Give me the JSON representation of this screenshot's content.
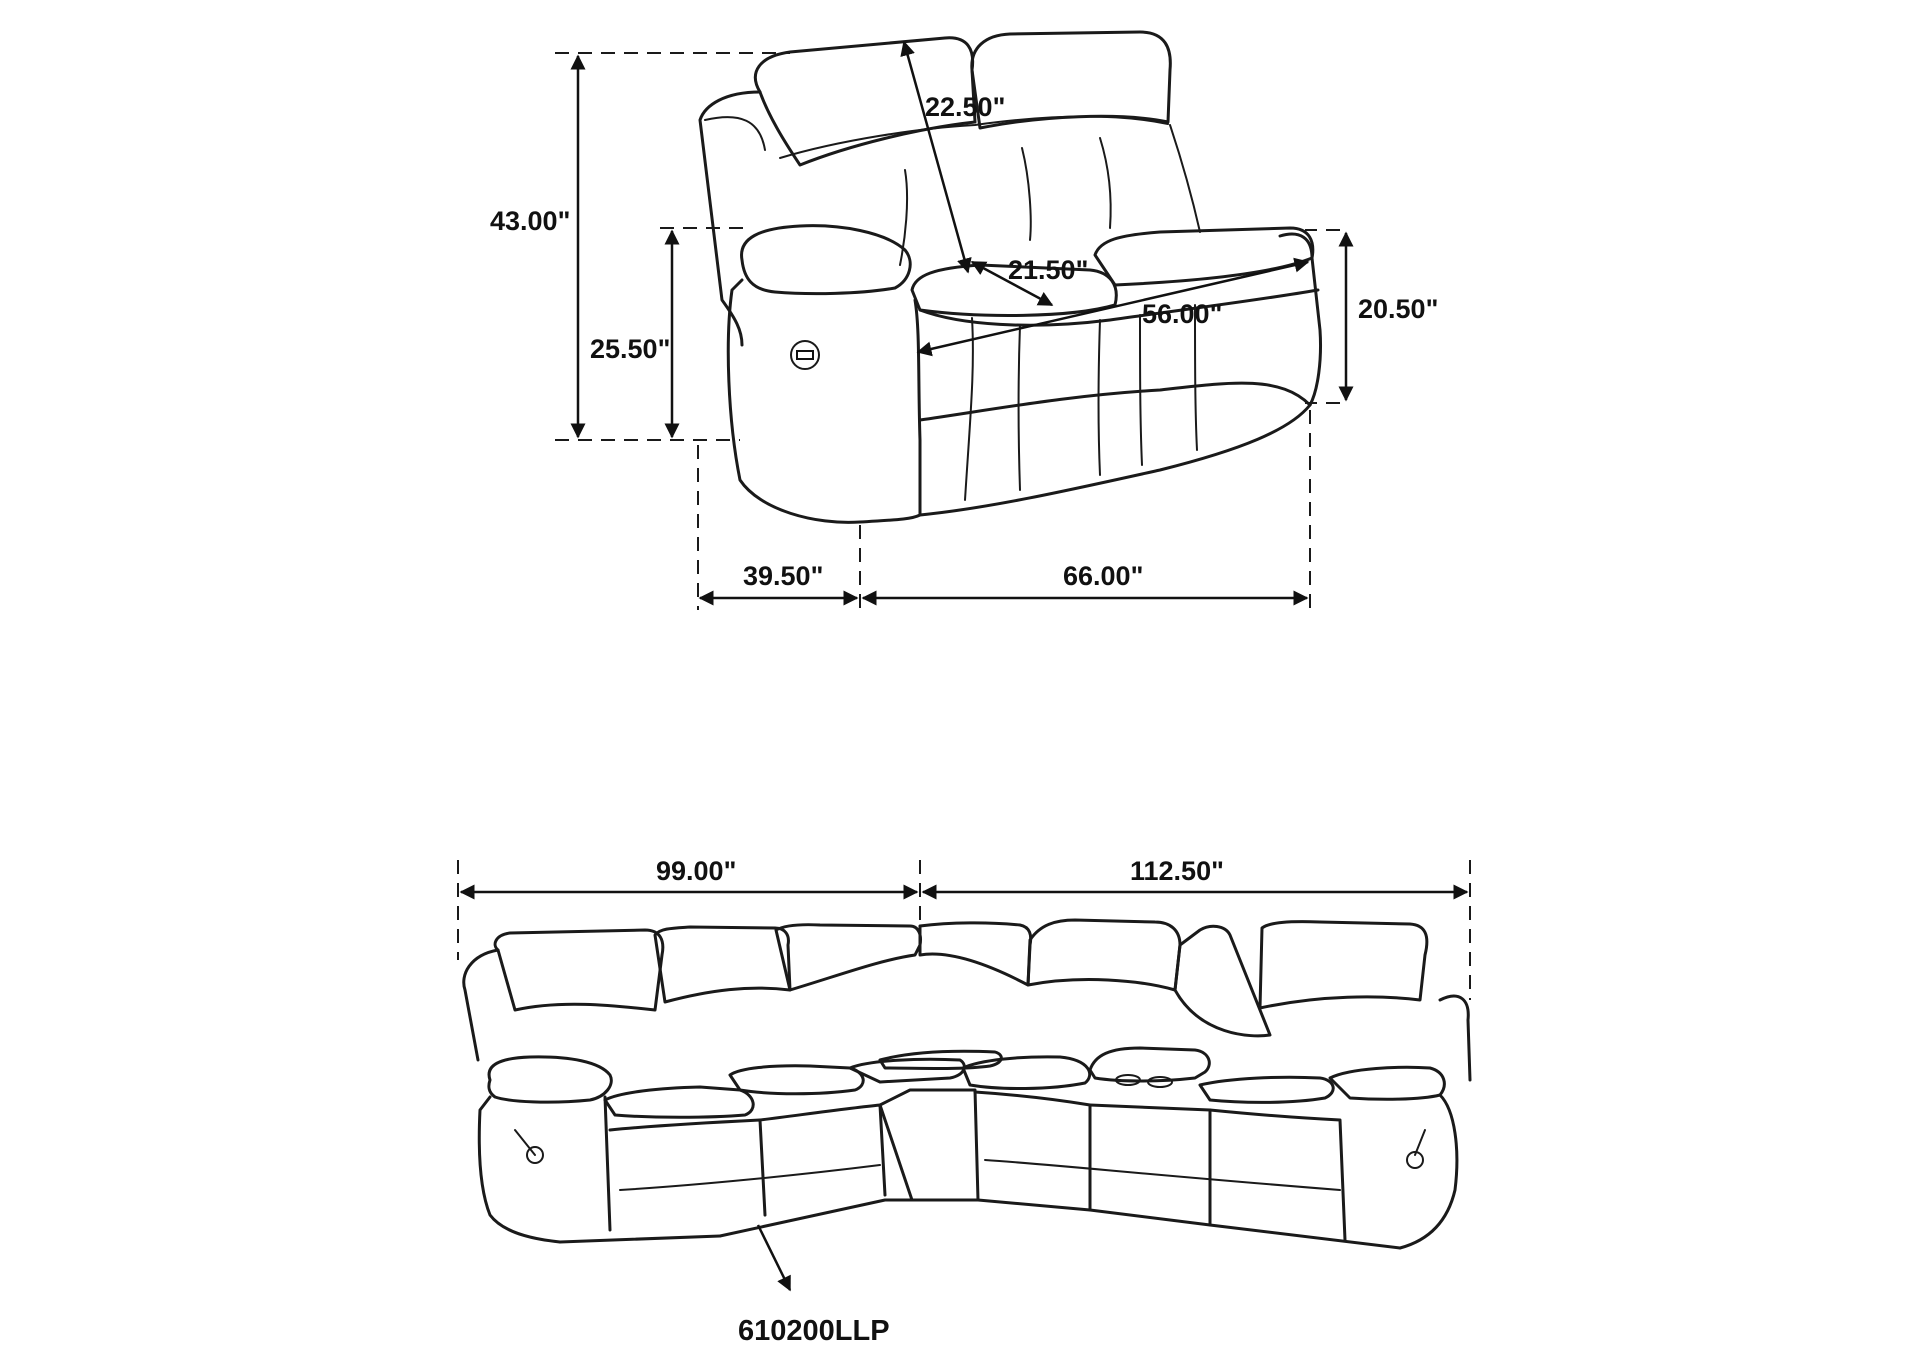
{
  "loveseat": {
    "dimensions": {
      "overall_height": "43.00\"",
      "arm_height": "25.50\"",
      "seat_height": "20.50\"",
      "back_height": "22.50\"",
      "seat_depth": "21.50\"",
      "seat_width": "56.00\"",
      "overall_depth": "39.50\"",
      "overall_width": "66.00\""
    }
  },
  "sectional": {
    "dimensions": {
      "left_width": "99.00\"",
      "right_width": "112.50\""
    },
    "model_code": "610200LLP"
  }
}
